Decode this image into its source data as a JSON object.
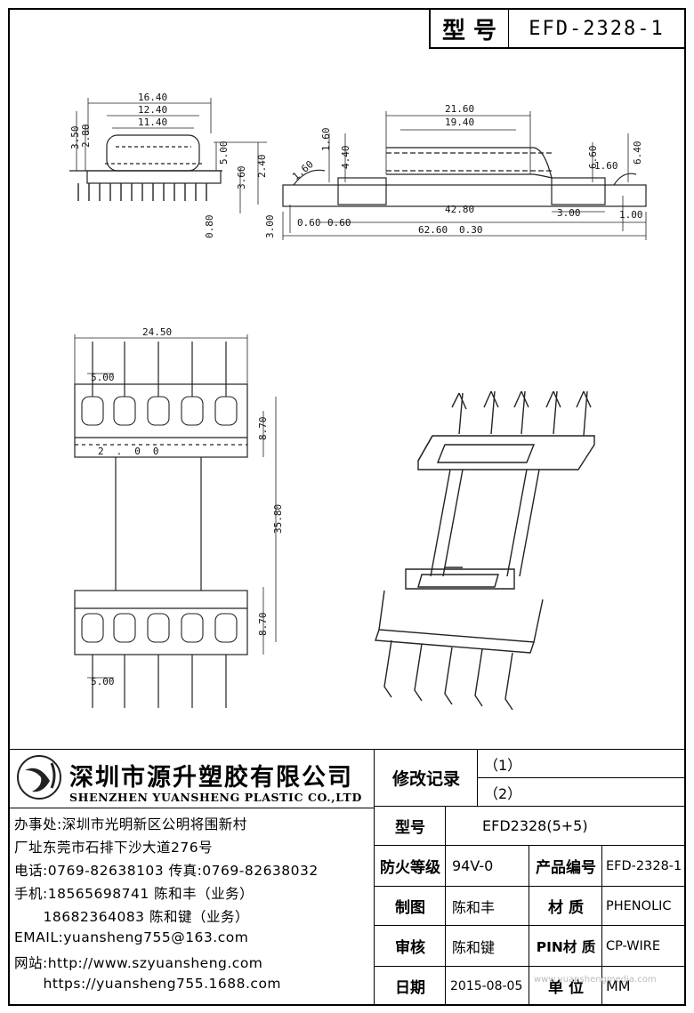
{
  "title_block": {
    "model_label": "型 号",
    "model_value": "EFD-2328-1"
  },
  "dimensions": {
    "side": [
      "16.40",
      "12.40",
      "11.40",
      "3.50",
      "2.80",
      "5.00",
      "2.40",
      "3.60",
      "0.80",
      "3.00"
    ],
    "section": [
      "21.60",
      "19.40",
      "1.60",
      "4.40",
      "1.60",
      "6.60",
      "1.60",
      "6.40",
      "0.60",
      "0.60",
      "42.80",
      "3.00",
      "1.00",
      "62.60",
      "0.30"
    ],
    "top": [
      "24.50",
      "5.00",
      "8.70",
      "35.80",
      "8.70",
      "5.00",
      "2.00"
    ]
  },
  "company": {
    "name_cn": "深圳市源升塑胶有限公司",
    "name_en": "SHENZHEN YUANSHENG PLASTIC CO.,LTD",
    "lines": [
      "办事处:深圳市光明新区公明将围新村",
      "厂址东莞市石排下沙大道276号",
      "电话:0769-82638103 传真:0769-82638032",
      "手机:18565698741 陈和丰（业务）",
      "      18682364083 陈和键（业务）",
      "EMAIL:yuansheng755@163.com",
      "网站:http://www.szyuansheng.com",
      "      https://yuansheng755.1688.com"
    ]
  },
  "table": {
    "revision_label": "修改记录",
    "revisions": [
      "（1）",
      "（2）"
    ],
    "model_label": "型号",
    "model_value": "EFD2328(5+5)",
    "fire_label": "防火等级",
    "fire_value": "94V-0",
    "product_no_label": "产品编号",
    "product_no_value": "EFD-2328-1",
    "draw_label": "制图",
    "draw_value": "陈和丰",
    "material_label": "材 质",
    "material_value": "PHENOLIC",
    "review_label": "审核",
    "review_value": "陈和键",
    "pin_label": "PIN材 质",
    "pin_value": "CP-WIRE",
    "date_label": "日期",
    "date_value": "2015-08-05",
    "unit_label": "单 位",
    "unit_value": "MM"
  },
  "watermark": "www.yuanshengmedia.com"
}
